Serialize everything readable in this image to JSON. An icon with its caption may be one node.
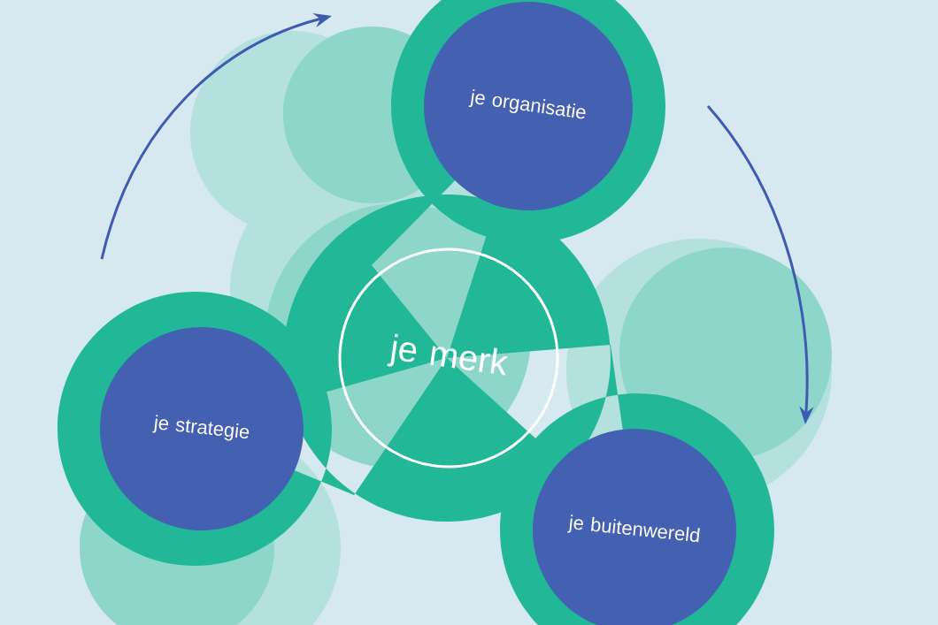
{
  "diagram": {
    "nodes": [
      {
        "text": [
          "je organisatie"
        ]
      },
      {
        "text": [
          "je merk"
        ]
      },
      {
        "text": [
          "je strategie"
        ]
      },
      {
        "text": [
          "je buitenwereld"
        ]
      }
    ]
  }
}
